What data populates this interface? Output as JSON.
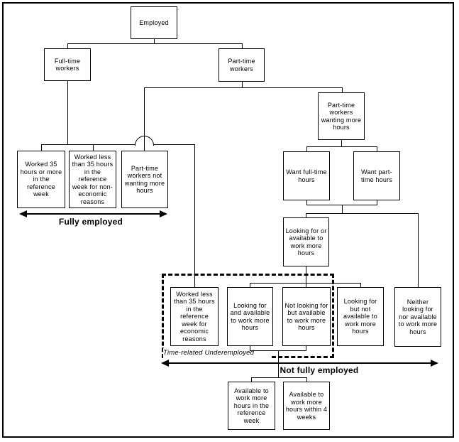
{
  "nodes": {
    "employed": {
      "label": "Employed"
    },
    "full_time_workers": {
      "label": "Full-time workers"
    },
    "part_time_workers": {
      "label": "Part-time workers"
    },
    "worked_35_plus": {
      "label": "Worked 35 hours or more in the reference week"
    },
    "worked_less_non_economic": {
      "label": "Worked less than 35 hours in the reference week for non-economic reasons"
    },
    "pt_not_wanting_more": {
      "label": "Part-time workers not wanting more hours"
    },
    "pt_wanting_more": {
      "label": "Part-time workers wanting more hours"
    },
    "want_full_time": {
      "label": "Want full-time hours"
    },
    "want_part_time": {
      "label": "Want part-time hours"
    },
    "looking_or_available": {
      "label": "Looking for or available to work more hours"
    },
    "worked_less_economic": {
      "label": "Worked less than 35 hours in the reference week for economic reasons"
    },
    "looking_and_available": {
      "label": "Looking for and available to work more hours"
    },
    "not_looking_but_available": {
      "label": "Not looking for but available to work more hours"
    },
    "looking_but_not_available": {
      "label": "Looking for but not available to work more hours"
    },
    "neither_looking_nor_available": {
      "label": "Neither looking for nor available to work more hours"
    },
    "available_reference_week": {
      "label": "Available to work more hours in the reference week"
    },
    "available_4_weeks": {
      "label": "Available to work more hours within 4 weeks"
    }
  },
  "annotations": {
    "fully_employed": {
      "label": "Fully employed"
    },
    "not_fully_employed": {
      "label": "Not fully employed"
    },
    "time_related_underemployed": {
      "label": "Time-related Underemployed"
    }
  },
  "edges": [
    [
      "employed",
      "full_time_workers"
    ],
    [
      "employed",
      "part_time_workers"
    ],
    [
      "full_time_workers",
      "worked_35_plus"
    ],
    [
      "full_time_workers",
      "worked_less_non_economic"
    ],
    [
      "full_time_workers",
      "worked_less_economic"
    ],
    [
      "part_time_workers",
      "pt_not_wanting_more"
    ],
    [
      "part_time_workers",
      "pt_wanting_more"
    ],
    [
      "pt_wanting_more",
      "want_full_time"
    ],
    [
      "pt_wanting_more",
      "want_part_time"
    ],
    [
      "want_full_time+want_part_time",
      "looking_or_available"
    ],
    [
      "want_full_time+want_part_time",
      "neither_looking_nor_available"
    ],
    [
      "looking_or_available",
      "looking_and_available"
    ],
    [
      "looking_or_available",
      "not_looking_but_available"
    ],
    [
      "looking_or_available",
      "looking_but_not_available"
    ],
    [
      "looking_and_available+not_looking_but_available",
      "available_reference_week"
    ],
    [
      "looking_and_available+not_looking_but_available",
      "available_4_weeks"
    ]
  ],
  "colors": {
    "line": "#000000",
    "background": "#ffffff",
    "text": "#000000"
  }
}
